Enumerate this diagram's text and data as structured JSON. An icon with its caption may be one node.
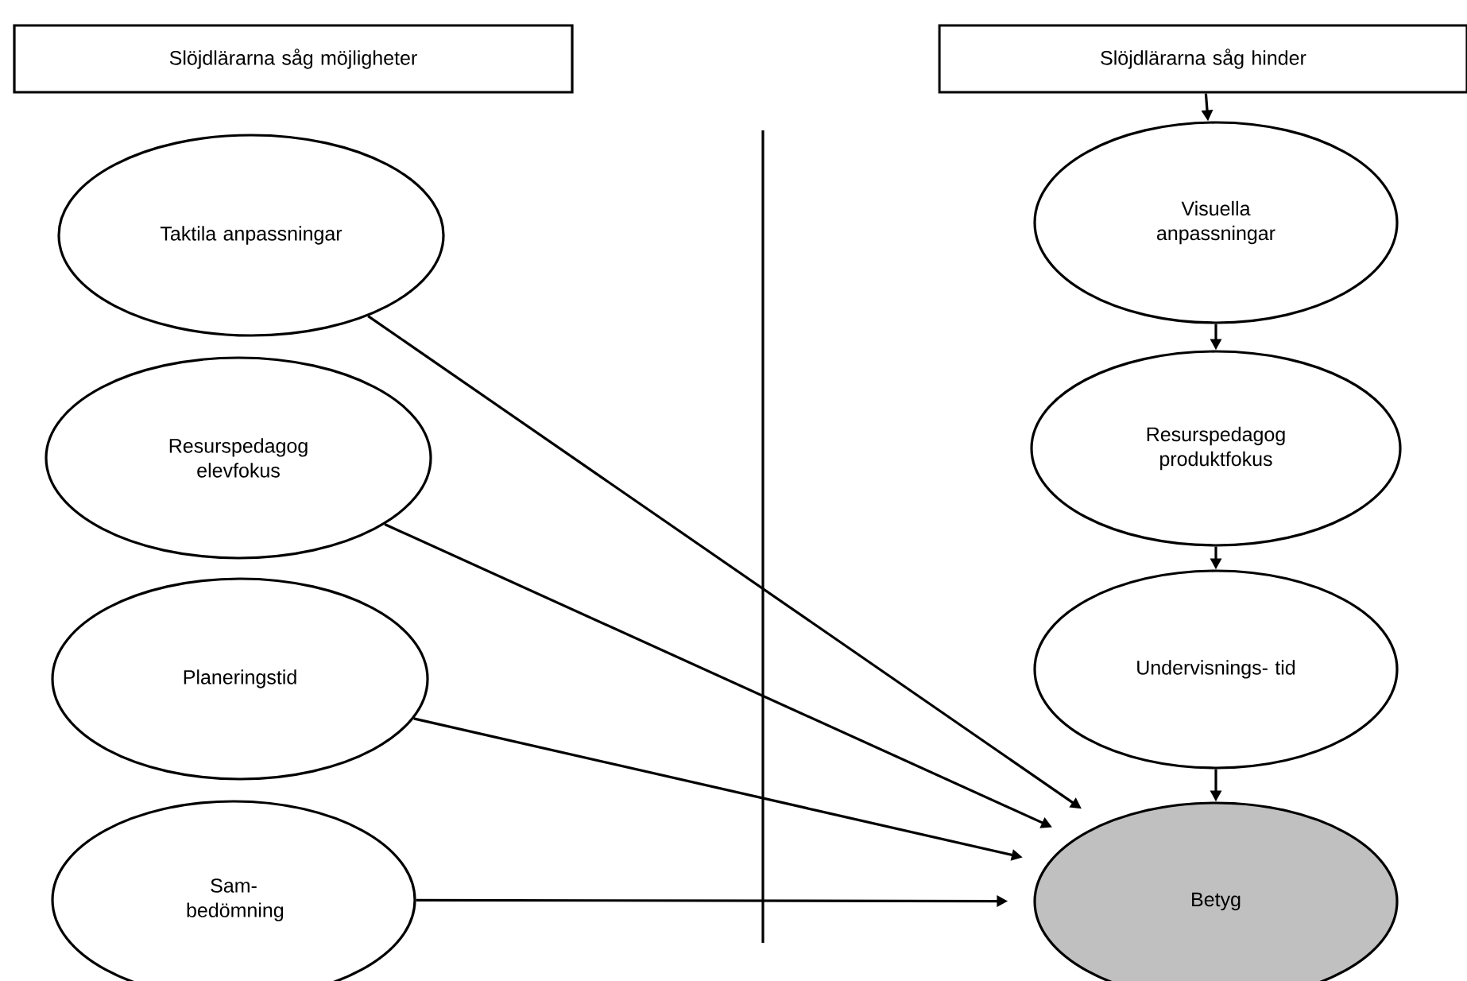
{
  "diagram": {
    "nodes": [
      {
        "text": [
          "Slöjdlärarna såg möjligheter"
        ]
      },
      {
        "text": [
          "Taktila anpassningar"
        ]
      },
      {
        "text": [
          "Resurspedagog elevfokus"
        ]
      },
      {
        "text": [
          "Planeringstid"
        ]
      },
      {
        "text": [
          "Sam- bedömning"
        ]
      },
      {
        "text": [
          "Slöjdlärarna såg hinder"
        ]
      },
      {
        "text": [
          "Visuella anpassningar"
        ]
      },
      {
        "text": [
          "Resurspedagog produktfokus"
        ]
      },
      {
        "text": [
          "Undervisnings- tid"
        ]
      },
      {
        "text": [
          "Betyg"
        ]
      }
    ],
    "edges": [
      {
        "from": 5,
        "to": 6,
        "arrow": "to"
      },
      {
        "from": 6,
        "to": 7,
        "arrow": "to"
      },
      {
        "from": 7,
        "to": 8,
        "arrow": "to"
      },
      {
        "from": 8,
        "to": 9,
        "arrow": "to"
      },
      {
        "from": 1,
        "to": 9,
        "arrow": "to"
      },
      {
        "from": 2,
        "to": 9,
        "arrow": "to"
      },
      {
        "from": 3,
        "to": 9,
        "arrow": "to"
      },
      {
        "from": 4,
        "to": 9,
        "arrow": "to"
      }
    ]
  }
}
